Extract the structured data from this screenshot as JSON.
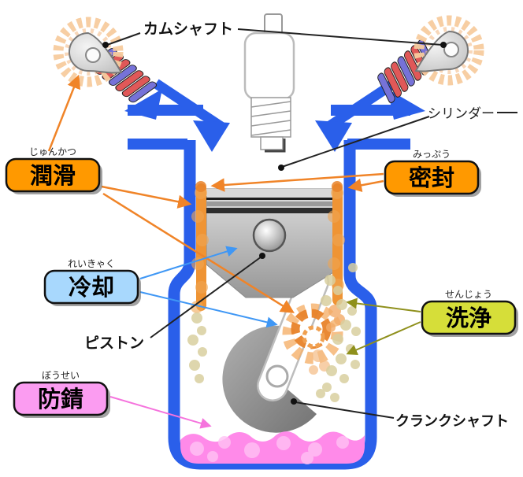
{
  "diagram": {
    "part_labels": {
      "camshaft": "カムシャフト",
      "cylinder": "シリンダー",
      "piston": "ピストン",
      "crankshaft": "クランクシャフト"
    },
    "function_boxes": {
      "lubrication": {
        "label": "潤滑",
        "furigana": "じゅんかつ",
        "fill": "#ff9900"
      },
      "sealing": {
        "label": "密封",
        "furigana": "みっぷう",
        "fill": "#ff9900"
      },
      "cooling": {
        "label": "冷却",
        "furigana": "れいきゃく",
        "fill": "#a8d8fd"
      },
      "cleaning": {
        "label": "洗浄",
        "furigana": "せんじょう",
        "fill": "#d6de39"
      },
      "rust_prevention": {
        "label": "防錆",
        "furigana": "ぼうせい",
        "fill": "#fb9cf1"
      }
    },
    "colors": {
      "engine_blue": "#2a5fea",
      "oil_film_orange": "#ef9434",
      "oil_pool_pink": "#ff8ae9",
      "droplet_beige": "#d9cf9f",
      "arrow_orange": "#f08428",
      "arrow_blue": "#3f97f5",
      "arrow_olive": "#8f901c",
      "arrow_pink": "#f573dd",
      "box_border": "#111111"
    }
  }
}
